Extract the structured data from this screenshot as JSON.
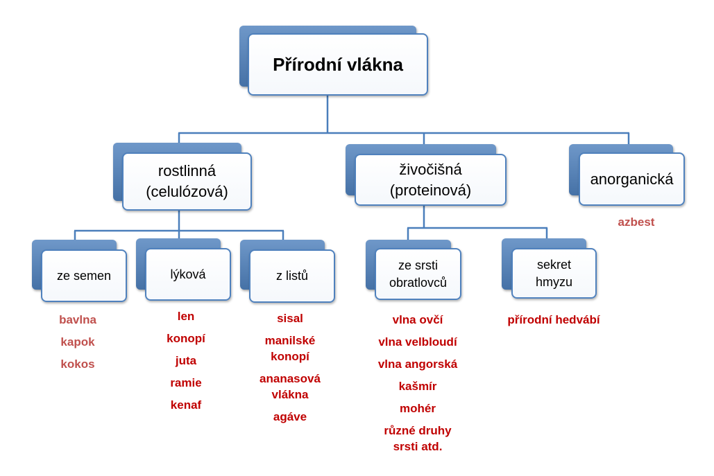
{
  "colors": {
    "node_blue": "#4f81bd",
    "connector": "#4a7ebb",
    "node_text": "#000000",
    "leaf_dark_red": "#c00000",
    "leaf_light_red": "#c0504d"
  },
  "root": {
    "label": "Přírodní vlákna"
  },
  "plant": {
    "label": "rostlinná\n(celulózová)",
    "seed": {
      "label": "ze semen",
      "items": [
        "bavlna",
        "kapok",
        "kokos"
      ]
    },
    "bast": {
      "label": "lýková",
      "items": [
        "len",
        "konopí",
        "juta",
        "ramie",
        "kenaf"
      ]
    },
    "leaves": {
      "label": "z listů",
      "items": [
        "sisal",
        "manilské\nkonopí",
        "ananasová\nvlákna",
        "agáve"
      ]
    }
  },
  "animal": {
    "label": "živočišná\n(proteinová)",
    "hair": {
      "label": "ze srsti\nobratlovců",
      "items": [
        "vlna ovčí",
        "vlna velbloudí",
        "vlna angorská",
        "kašmír",
        "mohér",
        "různé druhy\nsrsti atd."
      ]
    },
    "insect": {
      "label": "sekret\nhmyzu",
      "items": [
        "přírodní hedvábí"
      ]
    }
  },
  "inorganic": {
    "label": "anorganická",
    "items": [
      "azbest"
    ]
  }
}
